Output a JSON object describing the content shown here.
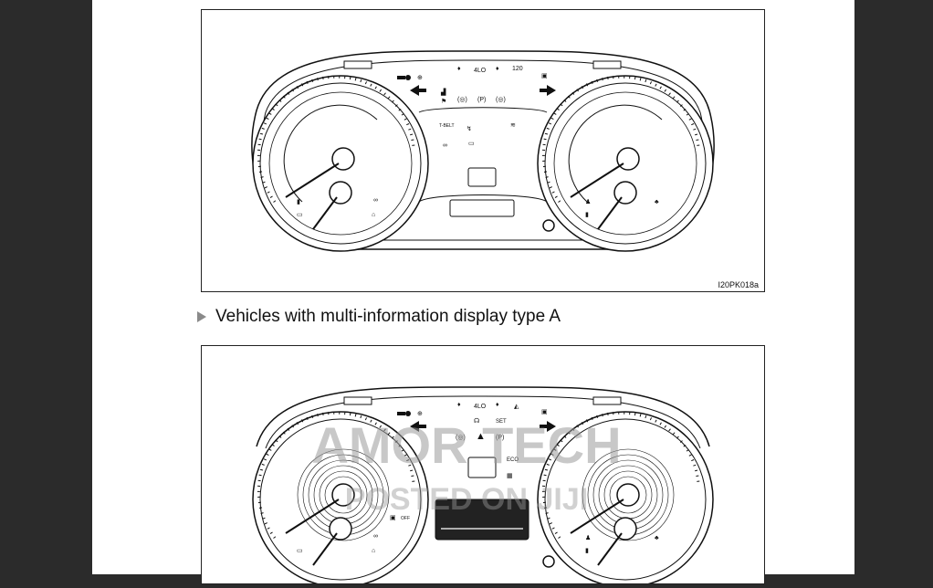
{
  "document": {
    "figure1": {
      "id_label": "I20PK018a",
      "indicators": [
        "4LO",
        "120",
        "T-BELT"
      ]
    },
    "section": {
      "heading": "Vehicles with multi-information display type A"
    },
    "figure2": {
      "indicators": [
        "4LO",
        "SET",
        "ECO",
        "OFF"
      ]
    },
    "watermark": {
      "line1": "AMOR TECH",
      "line2": "POSTED ON JIJI"
    }
  }
}
